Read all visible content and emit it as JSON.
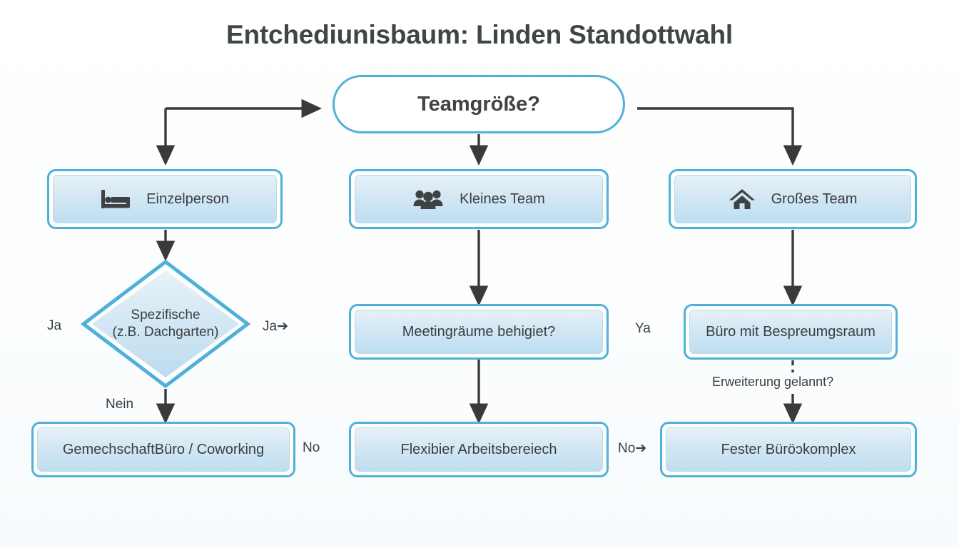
{
  "title": "Entchediunisbaum: Linden Standottwahl",
  "theme": {
    "node_border": "#4fb0da",
    "node_fill_top": "#e7f1f8",
    "node_fill_bottom": "#bedef1",
    "arrow": "#3a3a3a",
    "text": "#3a3e40",
    "background": "#fdfeff"
  },
  "nodes": {
    "root": {
      "label": "Teamgröße?",
      "shape": "pill"
    },
    "branch_left": {
      "label": "Einzelperson",
      "icon": "bed-icon",
      "shape": "box"
    },
    "branch_center": {
      "label": "Kleines Team",
      "icon": "people-group-icon",
      "shape": "box"
    },
    "branch_right": {
      "label": "Großes Team",
      "icon": "house-icon",
      "shape": "box"
    },
    "decision_left": {
      "label_line1": "Spezifische",
      "label_line2": "(z.B. Dachgarten)",
      "shape": "diamond"
    },
    "center_mid": {
      "label": "Meetingräume behigiet?",
      "shape": "box"
    },
    "right_mid": {
      "label": "Büro mit Bespreumgsraum",
      "shape": "box"
    },
    "left_end": {
      "label": "GemechschaftBüro / Coworking",
      "shape": "box"
    },
    "center_end": {
      "label": "Flexibier Arbeitsbereiech",
      "shape": "box"
    },
    "right_end": {
      "label": "Fester Büröɔkomplex",
      "shape": "box"
    }
  },
  "edge_labels": {
    "diamond_left": "Ja",
    "diamond_right": "Ja➔",
    "diamond_down": "Nein",
    "left_end_right": "No",
    "center_end_right": "No➔",
    "right_mid_left": "Ya",
    "right_dashed": "Erweiterung gelannt?"
  }
}
